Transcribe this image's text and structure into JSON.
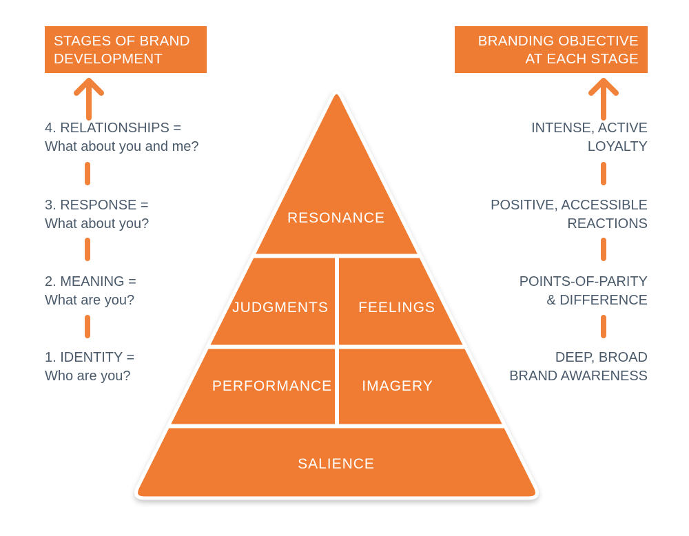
{
  "title": "Brand equity pyramid diagram",
  "colors": {
    "accent_orange": "#EF7C33",
    "arrow_orange": "#F1823C",
    "slate_text": "#4A5A6B",
    "pyramid_outline": "#FFFFFF",
    "background": "#FFFFFF"
  },
  "headers": {
    "left": {
      "line1": "STAGES OF BRAND",
      "line2": "DEVELOPMENT"
    },
    "right": {
      "line1": "BRANDING OBJECTIVE",
      "line2": "AT EACH STAGE"
    }
  },
  "stages": [
    {
      "title": "4. RELATIONSHIPS =",
      "subtitle": "What about you and me?"
    },
    {
      "title": "3. RESPONSE =",
      "subtitle": "What about you?"
    },
    {
      "title": "2. MEANING =",
      "subtitle": "What are you?"
    },
    {
      "title": "1. IDENTITY =",
      "subtitle": "Who are you?"
    }
  ],
  "objectives": [
    {
      "line1": "INTENSE, ACTIVE",
      "line2": "LOYALTY"
    },
    {
      "line1": "POSITIVE, ACCESSIBLE",
      "line2": "REACTIONS"
    },
    {
      "line1": "POINTS-OF-PARITY",
      "line2": "& DIFFERENCE"
    },
    {
      "line1": "DEEP, BROAD",
      "line2": "BRAND AWARENESS"
    }
  ],
  "pyramid": {
    "levels": [
      {
        "cells": [
          "RESONANCE"
        ]
      },
      {
        "cells": [
          "JUDGMENTS",
          "FEELINGS"
        ]
      },
      {
        "cells": [
          "PERFORMANCE",
          "IMAGERY"
        ]
      },
      {
        "cells": [
          "SALIENCE"
        ]
      }
    ]
  }
}
